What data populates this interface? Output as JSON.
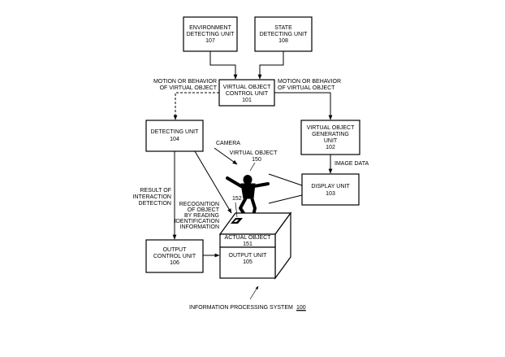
{
  "boxes": {
    "env": [
      "ENVIRONMENT",
      "DETECTING UNIT",
      "107"
    ],
    "state": [
      "STATE",
      "DETECTING UNIT",
      "108"
    ],
    "control": [
      "VIRTUAL OBJECT",
      "CONTROL UNIT",
      "101"
    ],
    "detecting": [
      "DETECTING UNIT",
      "104"
    ],
    "generating": [
      "VIRTUAL OBJECT",
      "GENERATING",
      "UNIT",
      "102"
    ],
    "display": [
      "DISPLAY UNIT",
      "103"
    ],
    "output_control": [
      "OUTPUT",
      "CONTROL UNIT",
      "106"
    ],
    "output_unit": [
      "OUTPUT UNIT",
      "105"
    ],
    "actual_object": [
      "ACTUAL OBJECT",
      "151"
    ]
  },
  "labels": {
    "motion_left": [
      "MOTION OR BEHAVIOR",
      "OF VIRTUAL OBJECT"
    ],
    "motion_right": [
      "MOTION OR BEHAVIOR",
      "OF VIRTUAL OBJECT"
    ],
    "camera": "CAMERA",
    "virtual_object": [
      "VIRTUAL OBJECT",
      "150"
    ],
    "image_data": "IMAGE DATA",
    "result": [
      "RESULT OF",
      "INTERACTION",
      "DETECTION"
    ],
    "recognition": [
      "RECOGNITION",
      "OF OBJECT",
      "BY READING",
      "IDENTIFICATION",
      "INFORMATION"
    ],
    "marker_ref": "152",
    "system_caption": "INFORMATION PROCESSING SYSTEM",
    "system_number": "100"
  }
}
